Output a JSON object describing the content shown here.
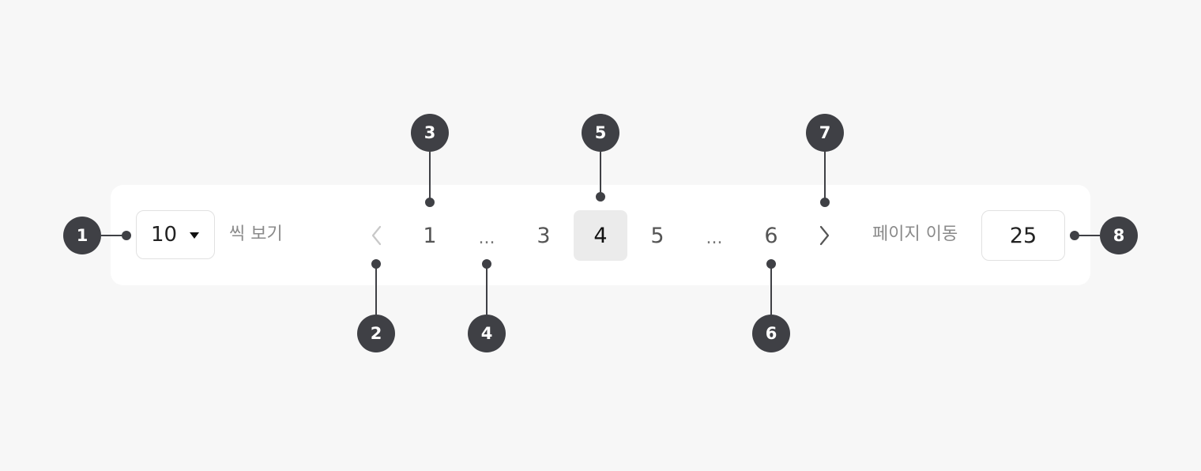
{
  "pagination": {
    "page_size": {
      "value": "10",
      "suffix_label": "씩 보기"
    },
    "prev_icon": "chevron-left-icon",
    "next_icon": "chevron-right-icon",
    "pages": [
      {
        "label": "1",
        "kind": "page",
        "current": false
      },
      {
        "label": "...",
        "kind": "ellipsis",
        "current": false
      },
      {
        "label": "3",
        "kind": "page",
        "current": false
      },
      {
        "label": "4",
        "kind": "page",
        "current": true
      },
      {
        "label": "5",
        "kind": "page",
        "current": false
      },
      {
        "label": "...",
        "kind": "ellipsis",
        "current": false
      },
      {
        "label": "6",
        "kind": "page",
        "current": false
      }
    ],
    "goto": {
      "label": "페이지 이동",
      "value": "25"
    }
  },
  "callouts": [
    "1",
    "2",
    "3",
    "4",
    "5",
    "6",
    "7",
    "8"
  ],
  "colors": {
    "background": "#f7f7f7",
    "bar": "#ffffff",
    "marker": "#3f4045",
    "current_page_bg": "#ebebeb",
    "border": "#e1e1e1",
    "muted_text": "#8a8a8a"
  }
}
